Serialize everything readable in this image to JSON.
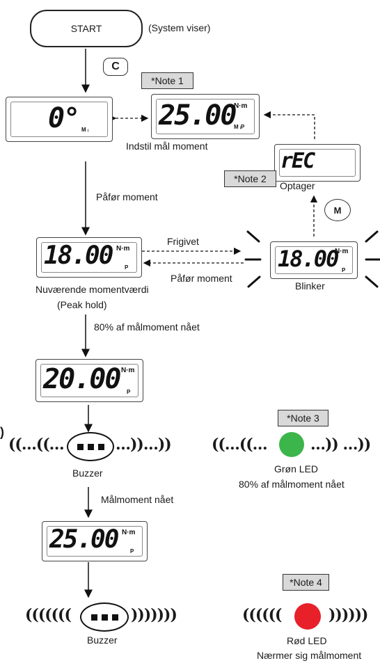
{
  "start": {
    "label": "START",
    "note": "(System viser)"
  },
  "buttons": {
    "c": "C",
    "m": "M"
  },
  "notes": {
    "n1": "*Note 1",
    "n2": "*Note 2",
    "n3": "*Note 3",
    "n4": "*Note 4"
  },
  "displays": {
    "zero": {
      "value": "0°",
      "unit": "",
      "sub": "M ᵢ"
    },
    "target": {
      "value": "25.00",
      "unit": "N·m",
      "sub": "M ᵢP"
    },
    "rec": {
      "value": "rEC"
    },
    "current": {
      "value": "18.00",
      "unit": "N·m",
      "sub": "P"
    },
    "blink": {
      "value": "18.00",
      "unit": "N·m",
      "sub": "P"
    },
    "eighty": {
      "value": "20.00",
      "unit": "N·m",
      "sub": "P"
    },
    "full": {
      "value": "25.00",
      "unit": "N·m",
      "sub": "P"
    }
  },
  "labels": {
    "set_target": "Indstil mål moment",
    "recorder": "Optager",
    "apply_moment": "Påfør moment",
    "released": "Frigivet",
    "apply_moment_2": "Påfør moment",
    "blinks": "Blinker",
    "current_value": "Nuværende momentværdi",
    "peak_hold": "(Peak hold)",
    "eighty_reached": "80% af målmoment nået",
    "buzzer_1": "Buzzer",
    "green_led": "Grøn LED",
    "green_led_desc": "80% af målmoment nået",
    "target_reached": "Målmoment nået",
    "buzzer_2": "Buzzer",
    "red_led": "Rød LED",
    "red_led_desc": "Nærmer sig målmoment",
    "edge_mark": ")"
  },
  "waves": {
    "buzzer1_left": "((…((…",
    "buzzer1_right": "…))…))",
    "led1_left": "((…((…",
    "led1_right": "…)) …))",
    "buzzer2_left": "(((((((",
    "buzzer2_right": ")))))))",
    "led2_left": "((((((",
    "led2_right": "))))))"
  },
  "colors": {
    "green_led": "#3cb54a",
    "red_led": "#e8202a",
    "note_bg": "#d9d9d9"
  }
}
